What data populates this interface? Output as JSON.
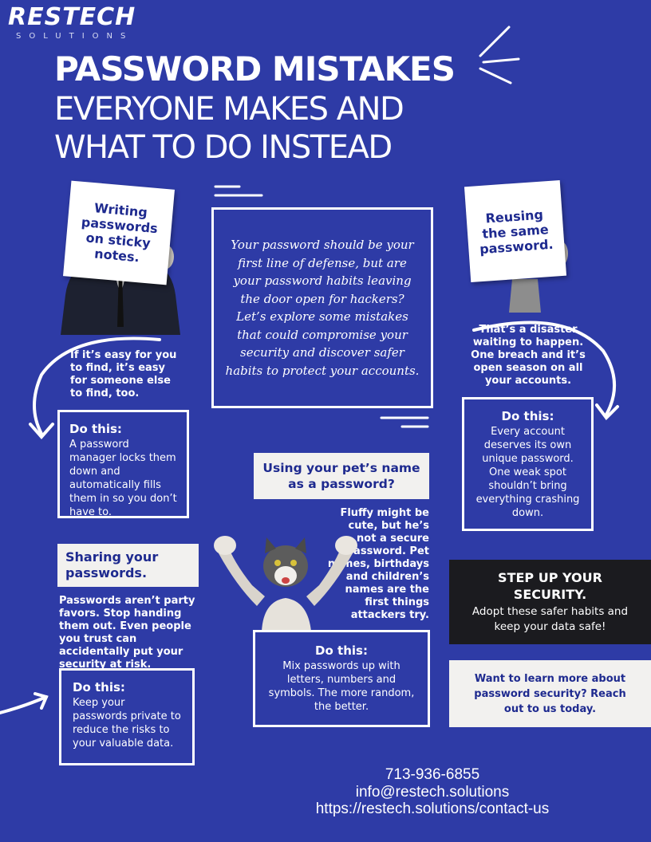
{
  "logo": {
    "brand": "RESTECH",
    "sub": "SOLUTIONS"
  },
  "title": {
    "line1": "PASSWORD MISTAKES",
    "line2": "EVERYONE MAKES AND",
    "line3": "WHAT TO DO INSTEAD"
  },
  "intro": "Your password should be your first line of defense, but are your password habits leaving the door open for hackers? Let’s explore some mistakes that could compromise your security and discover safer habits to protect your accounts.",
  "mistake1": {
    "sign": "Writing passwords on sticky notes.",
    "note": "If it’s easy for you to find, it’s easy for someone else to find, too.",
    "do_title": "Do this:",
    "do_text": "A password manager locks them down and automatically fills them in so you don’t have to."
  },
  "mistake2": {
    "sign": "Reusing the same password.",
    "note": "That’s a disaster waiting to happen. One breach and it’s open season on all your accounts.",
    "do_title": "Do this:",
    "do_text": "Every account deserves its own unique password. One weak spot shouldn’t bring everything crashing down."
  },
  "mistake3": {
    "label": "Using your pet’s name as a password?",
    "note": "Fluffy might be cute, but he’s not a secure password. Pet names, birthdays and children’s names are the first things attackers try.",
    "do_title": "Do this:",
    "do_text": "Mix passwords up with letters, numbers and symbols. The more random, the better."
  },
  "mistake4": {
    "label": "Sharing your passwords.",
    "note": "Passwords aren’t party favors. Stop handing them out. Even people you trust can accidentally put your security at risk.",
    "do_title": "Do this:",
    "do_text": "Keep your passwords private to reduce the risks to your valuable data."
  },
  "stepup": {
    "title": "STEP UP YOUR SECURITY.",
    "text": "Adopt these safer habits and keep your data safe!"
  },
  "cta": "Want to learn more about password security? Reach out to us today.",
  "contact": {
    "phone": "713-936-6855",
    "email": "info@restech.solutions",
    "url": "https://restech.solutions/contact-us"
  },
  "colors": {
    "background": "#2e3ba6",
    "accent": "#1e2a8f",
    "dark": "#1b1b1f",
    "light": "#f2f1ef"
  }
}
